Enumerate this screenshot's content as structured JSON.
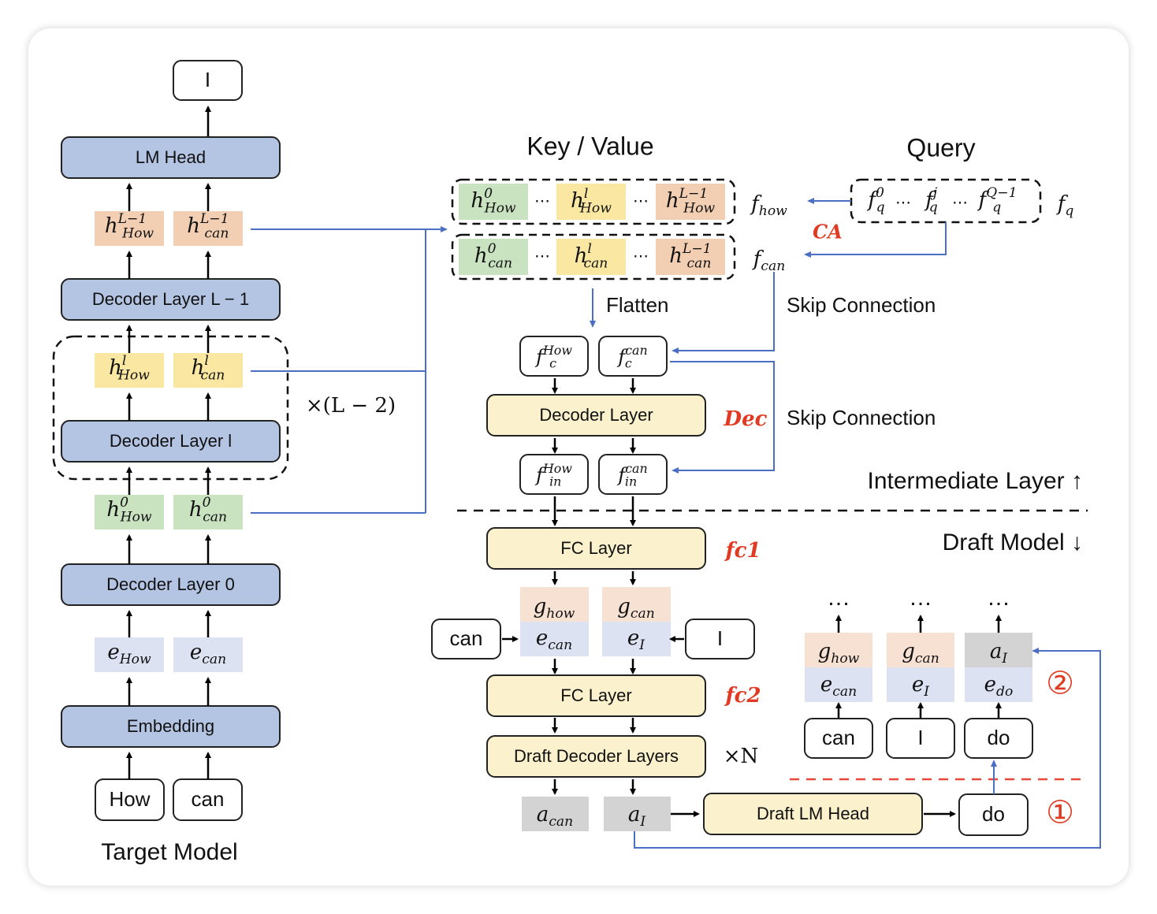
{
  "colors": {
    "target_block": "#b4c4e3",
    "draft_block": "#fbf1cc",
    "h_green": "#c9e2c0",
    "h_yellow": "#fae8a2",
    "h_orange": "#f2ceb2",
    "g_orange": "#f7e1d3",
    "e_blue": "#dce2f2",
    "a_gray": "#d3d3d3",
    "arrow_blue": "#4a6fc4",
    "accent_red": "#e03a22"
  },
  "target_model": {
    "caption": "Target Model",
    "output_token": "I",
    "lm_head": "LM Head",
    "decoder_last": "Decoder Layer L − 1",
    "decoder_l": "Decoder Layer l",
    "decoder_0": "Decoder Layer 0",
    "embedding": "Embedding",
    "repeat_label": "×(L − 2)",
    "inputs": [
      "How",
      "can"
    ],
    "h_last": [
      {
        "base": "h",
        "sup": "L−1",
        "sub": "How"
      },
      {
        "base": "h",
        "sup": "L−1",
        "sub": "can"
      }
    ],
    "h_l": [
      {
        "base": "h",
        "sup": "l",
        "sub": "How"
      },
      {
        "base": "h",
        "sup": "l",
        "sub": "can"
      }
    ],
    "h_0": [
      {
        "base": "h",
        "sup": "0",
        "sub": "How"
      },
      {
        "base": "h",
        "sup": "0",
        "sub": "can"
      }
    ],
    "e": [
      {
        "base": "e",
        "sub": "How"
      },
      {
        "base": "e",
        "sub": "can"
      }
    ]
  },
  "key_value": {
    "title": "Key / Value",
    "rows": [
      {
        "label_base": "f",
        "label_sub": "how",
        "cells": [
          {
            "sup": "0",
            "sub": "How"
          },
          {
            "sup": "l",
            "sub": "How"
          },
          {
            "sup": "L−1",
            "sub": "How"
          }
        ]
      },
      {
        "label_base": "f",
        "label_sub": "can",
        "cells": [
          {
            "sup": "0",
            "sub": "can"
          },
          {
            "sup": "l",
            "sub": "can"
          },
          {
            "sup": "L−1",
            "sub": "can"
          }
        ]
      }
    ],
    "ellipsis": "⋯"
  },
  "query": {
    "title": "Query",
    "items": [
      {
        "sup": "0"
      },
      {
        "sup": "j"
      },
      {
        "sup": "Q−1"
      }
    ],
    "label_base": "f",
    "label_sub": "q",
    "ca_label": "CA"
  },
  "intermediate": {
    "flatten": "Flatten",
    "skip1": "Skip Connection",
    "skip2": "Skip Connection",
    "fc_nodes": [
      {
        "sup": "How",
        "sub": "c"
      },
      {
        "sup": "can",
        "sub": "c"
      }
    ],
    "decoder_layer": "Decoder Layer",
    "dec_label": "Dec",
    "fin_nodes": [
      {
        "sup": "How",
        "sub": "in"
      },
      {
        "sup": "can",
        "sub": "in"
      }
    ],
    "section_up": "Intermediate Layer ↑",
    "section_down": "Draft Model ↓"
  },
  "draft_model": {
    "fc1": "FC Layer",
    "fc1_label": "fc1",
    "g": [
      {
        "base": "g",
        "sub": "how"
      },
      {
        "base": "g",
        "sub": "can"
      }
    ],
    "e": [
      {
        "base": "e",
        "sub": "can"
      },
      {
        "base": "e",
        "sub": "I"
      }
    ],
    "left_token": "can",
    "right_token": "I",
    "fc2": "FC Layer",
    "fc2_label": "fc2",
    "draft_decoder": "Draft Decoder Layers",
    "repeat_label": "×N",
    "a": [
      {
        "base": "a",
        "sub": "can"
      },
      {
        "base": "a",
        "sub": "I"
      }
    ],
    "lm_head": "Draft LM Head",
    "output_token": "do",
    "step1": "①",
    "step2": "②"
  },
  "next_step": {
    "ellipsis": "…",
    "columns": [
      {
        "top_base": "g",
        "top_sub": "how",
        "bottom_base": "e",
        "bottom_sub": "can",
        "token": "can",
        "top_kind": "g"
      },
      {
        "top_base": "g",
        "top_sub": "can",
        "bottom_base": "e",
        "bottom_sub": "I",
        "token": "I",
        "top_kind": "g"
      },
      {
        "top_base": "a",
        "top_sub": "I",
        "bottom_base": "e",
        "bottom_sub": "do",
        "token": "do",
        "top_kind": "a"
      }
    ]
  }
}
